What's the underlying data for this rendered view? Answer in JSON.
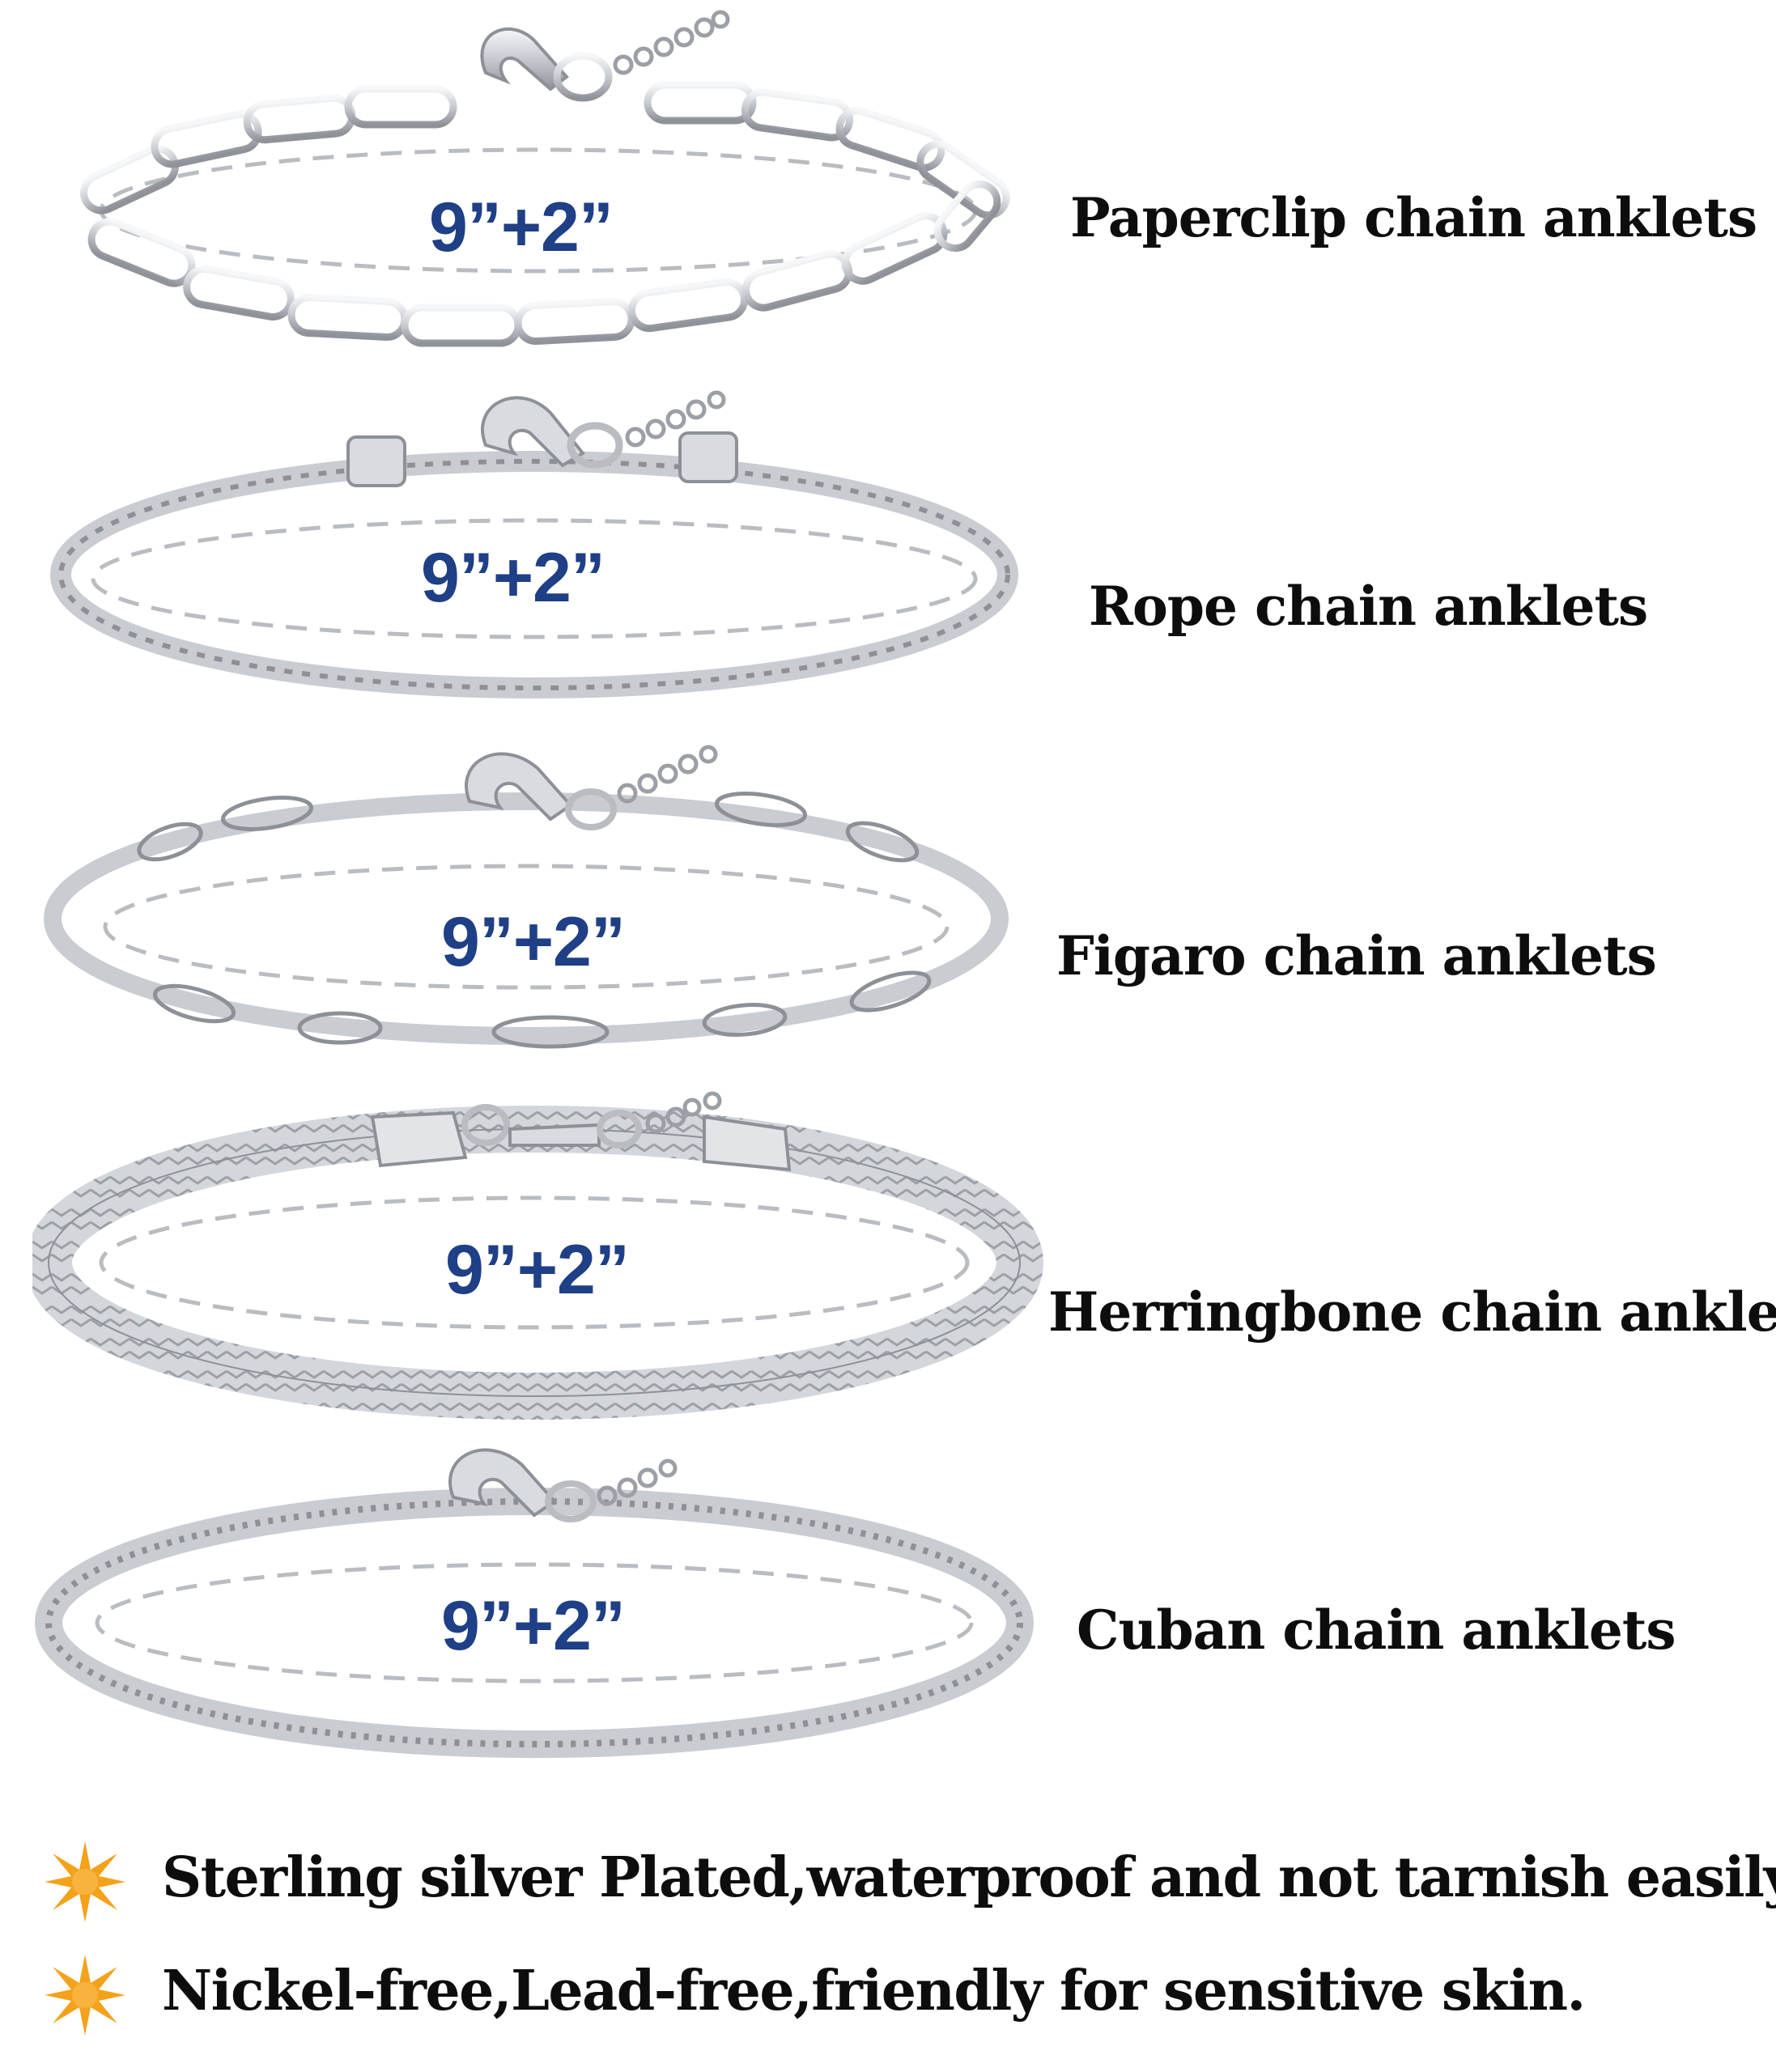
{
  "anklets": [
    {
      "name": "Paperclip chain anklets",
      "size": "9”+2”",
      "chain_style": "paperclip"
    },
    {
      "name": "Rope chain anklets",
      "size": "9”+2”",
      "chain_style": "rope"
    },
    {
      "name": "Figaro chain anklets",
      "size": "9”+2”",
      "chain_style": "figaro"
    },
    {
      "name": "Herringbone chain anklets",
      "size": "9”+2”",
      "chain_style": "herringbone"
    },
    {
      "name": "Cuban chain anklets",
      "size": "9”+2”",
      "chain_style": "cuban"
    }
  ],
  "features": [
    {
      "text": "Sterling silver Plated,waterproof and not tarnish easily.",
      "icon": "orange-star-burst-icon"
    },
    {
      "text": "Nickel-free,Lead-free,friendly for sensitive skin.",
      "icon": "orange-star-burst-icon"
    }
  ],
  "colors": {
    "size_label": "#1f3f86",
    "chain_name": "#0d0d0d",
    "silver": "#c9ccd1",
    "silver_dark": "#8d9197",
    "star": "#f4a21b"
  }
}
